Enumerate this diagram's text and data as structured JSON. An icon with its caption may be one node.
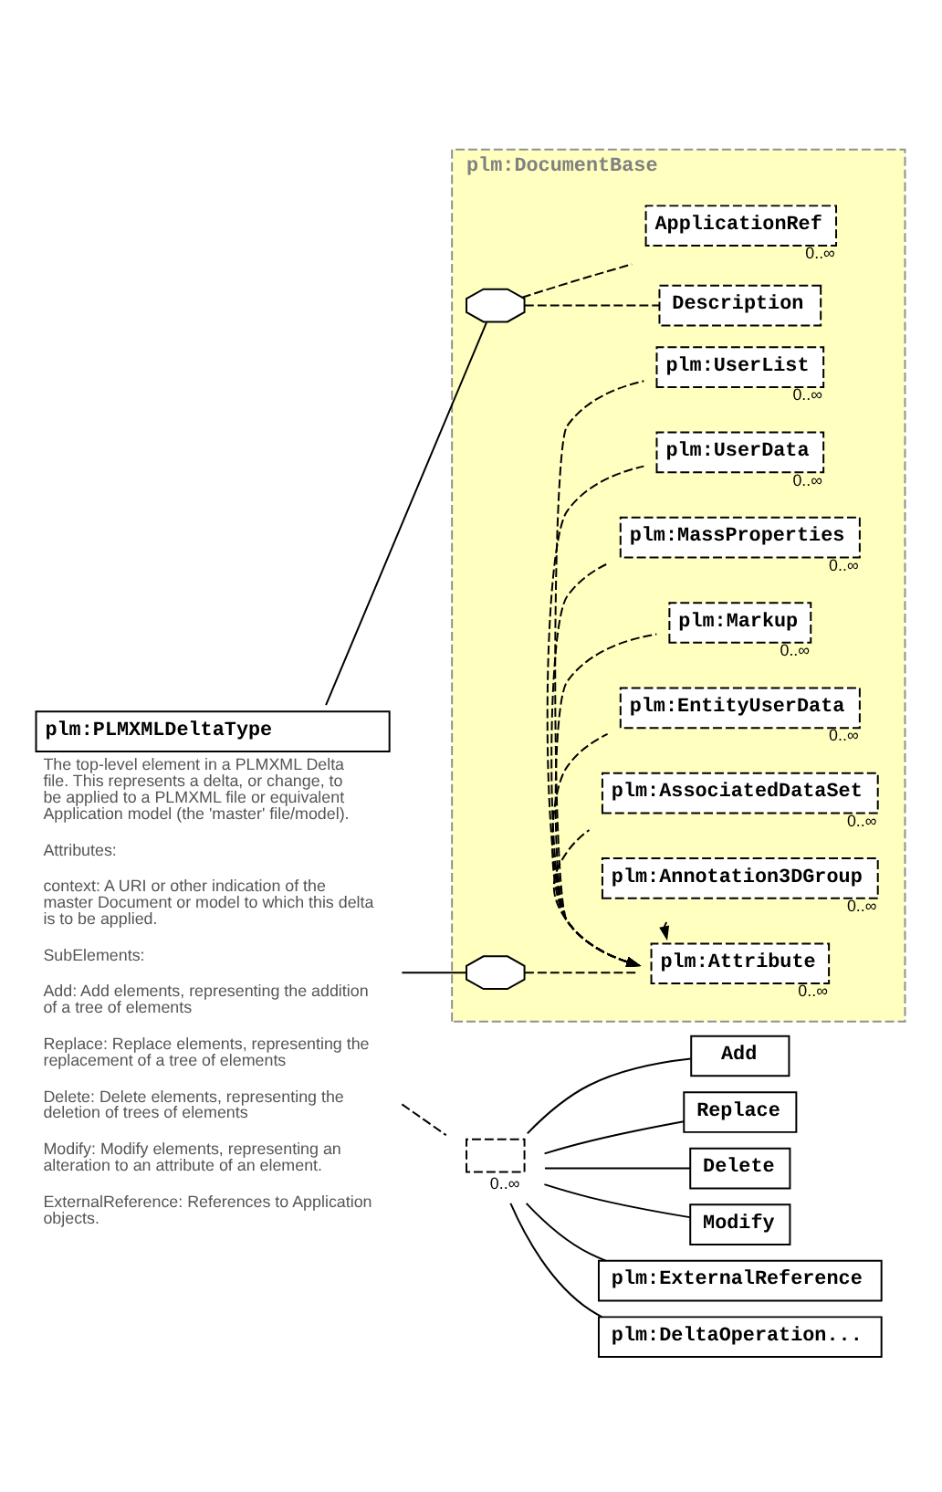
{
  "diagram": {
    "nodes": [
      {
        "text": [
          "plm:PLMXMLDeltaType"
        ],
        "beside": [
          "The top-level element in a PLMXML Delta file. This represents a delta, or change, to be applied to a PLMXML file or equivalent Application model (the 'master' file/model).",
          "Attributes:",
          "context: A URI or other indication of the master Document or model to which this delta is to be applied.",
          "SubElements:",
          "Add: Add elements, representing the addition of a tree of elements",
          "Replace: Replace elements, representing the replacement of a tree of elements",
          "Delete: Delete elements, representing the deletion of trees of elements",
          "Modify: Modify elements, representing an alteration to an attribute of an element.",
          "ExternalReference: References to Application objects."
        ]
      },
      {
        "text": [
          "plm:DocumentBase"
        ]
      },
      {
        "text": [],
        "shape": "octagon",
        "in": 1
      },
      {
        "text": [
          "Description"
        ],
        "in": 1
      },
      {
        "text": [
          "ApplicationRef"
        ],
        "in": 1,
        "beside": [
          "0..∞"
        ]
      },
      {
        "text": [],
        "shape": "octagon",
        "in": 1
      },
      {
        "text": [
          "plm:Attribute"
        ],
        "in": 1,
        "beside": [
          "0..∞"
        ]
      },
      {
        "text": [
          "plm:Annotation3DGroup"
        ],
        "in": 1,
        "beside": [
          "0..∞"
        ]
      },
      {
        "text": [
          "plm:AssociatedDataSet"
        ],
        "in": 1,
        "beside": [
          "0..∞"
        ]
      },
      {
        "text": [
          "plm:EntityUserData"
        ],
        "in": 1,
        "beside": [
          "0..∞"
        ]
      },
      {
        "text": [
          "plm:Markup"
        ],
        "in": 1,
        "beside": [
          "0..∞"
        ]
      },
      {
        "text": [
          "plm:MassProperties"
        ],
        "in": 1,
        "beside": [
          "0..∞"
        ]
      },
      {
        "text": [
          "plm:UserData"
        ],
        "in": 1,
        "beside": [
          "0..∞"
        ]
      },
      {
        "text": [
          "plm:UserList"
        ],
        "in": 1,
        "beside": [
          "0..∞"
        ]
      },
      {
        "text": [],
        "shape": "octagon",
        "beside": [
          "0..∞"
        ]
      },
      {
        "text": [
          "Add"
        ]
      },
      {
        "text": [
          "Replace"
        ]
      },
      {
        "text": [
          "Delete"
        ]
      },
      {
        "text": [
          "Modify"
        ]
      },
      {
        "text": [
          "plm:ExternalReference"
        ]
      },
      {
        "text": [
          "plm:DeltaOperation..."
        ]
      }
    ],
    "edges": [
      {
        "from": 0,
        "to": 2,
        "arrow": "none"
      },
      {
        "from": 0,
        "to": 5,
        "arrow": "none"
      },
      {
        "from": 2,
        "to": 3,
        "arrow": "none",
        "style": "dashed"
      },
      {
        "from": 2,
        "to": 4,
        "arrow": "none",
        "style": "dashed"
      },
      {
        "from": 5,
        "to": 6,
        "arrow": "none",
        "style": "dashed"
      },
      {
        "from": 7,
        "to": 6,
        "arrow": "to",
        "style": "dashed"
      },
      {
        "from": 8,
        "to": 6,
        "arrow": "to",
        "style": "dashed"
      },
      {
        "from": 9,
        "to": 6,
        "arrow": "to",
        "style": "dashed"
      },
      {
        "from": 10,
        "to": 6,
        "arrow": "to",
        "style": "dashed"
      },
      {
        "from": 11,
        "to": 6,
        "arrow": "to",
        "style": "dashed"
      },
      {
        "from": 12,
        "to": 6,
        "arrow": "to",
        "style": "dashed"
      },
      {
        "from": 13,
        "to": 6,
        "arrow": "to",
        "style": "dashed"
      },
      {
        "from": 0,
        "to": 14,
        "arrow": "none",
        "style": "dashed"
      },
      {
        "from": 14,
        "to": 15,
        "arrow": "none"
      },
      {
        "from": 14,
        "to": 16,
        "arrow": "none"
      },
      {
        "from": 14,
        "to": 17,
        "arrow": "none"
      },
      {
        "from": 14,
        "to": 18,
        "arrow": "none"
      },
      {
        "from": 14,
        "to": 19,
        "arrow": "none"
      },
      {
        "from": 14,
        "to": 20,
        "arrow": "none"
      }
    ]
  }
}
